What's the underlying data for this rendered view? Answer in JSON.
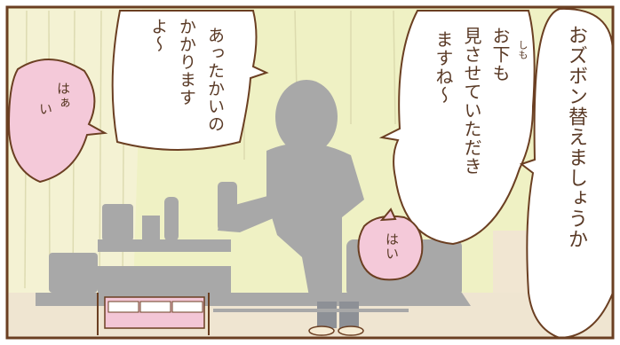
{
  "panel": {
    "dialogue": {
      "pants_change": "おズボン替えましょうか",
      "lower_body_line1": "お下も",
      "lower_body_ruby": "しも",
      "lower_body_line2": "見させていただき",
      "lower_body_line3": "ますね～",
      "warm_towel_line1": "あったかいの",
      "warm_towel_line2": "かかります",
      "warm_towel_line3": "よ～",
      "patient_reply": "はい",
      "patient_reply_soft_line1": "はぁ",
      "patient_reply_soft_line2": "い"
    },
    "colors": {
      "frame": "#6b3f22",
      "background_wall": "#eff1c4",
      "curtain_left": "#f3f1cf",
      "floor": "#eadfcb",
      "silhouette": "#a8a8a8",
      "pink_bubble": "#f4c9d9",
      "white_bubble": "#ffffff"
    }
  }
}
